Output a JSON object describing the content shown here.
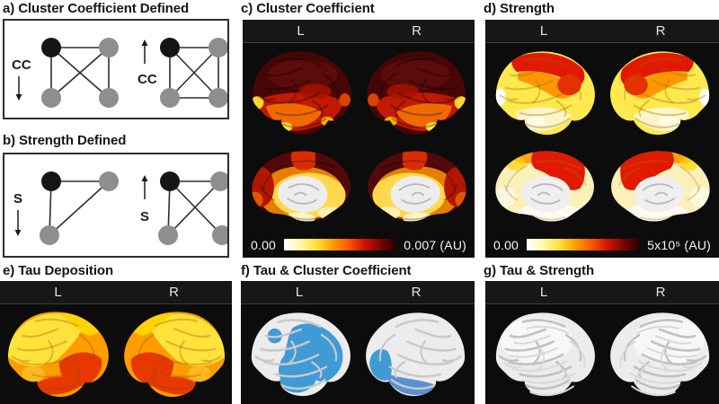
{
  "panels": {
    "a": {
      "title": "a) Cluster Coefficient Defined",
      "metric_label": "CC"
    },
    "b": {
      "title": "b) Strength Defined",
      "metric_label": "S"
    },
    "c": {
      "title": "c) Cluster Coefficient",
      "hemi_left": "L",
      "hemi_right": "R",
      "colorbar_min": "0.00",
      "colorbar_max": "0.007 (AU)"
    },
    "d": {
      "title": "d) Strength",
      "hemi_left": "L",
      "hemi_right": "R",
      "colorbar_min": "0.00",
      "colorbar_max": "5x10⁵ (AU)"
    },
    "e": {
      "title": "e) Tau Deposition",
      "hemi_left": "L",
      "hemi_right": "R"
    },
    "f": {
      "title": "f) Tau & Cluster Coefficient",
      "hemi_left": "L",
      "hemi_right": "R"
    },
    "g": {
      "title": "g) Tau & Strength",
      "hemi_left": "L",
      "hemi_right": "R"
    }
  },
  "colors": {
    "heat_scale": [
      "#ffffff",
      "#fff9ae",
      "#ffe23c",
      "#ffa000",
      "#ff5a00",
      "#d41500",
      "#7a0600",
      "#2a0000"
    ],
    "overlap_blue": "#3f9bd6",
    "node_focal": "#151515",
    "node_other": "#8e8e8e",
    "panel_background": "#0c0c0c"
  }
}
